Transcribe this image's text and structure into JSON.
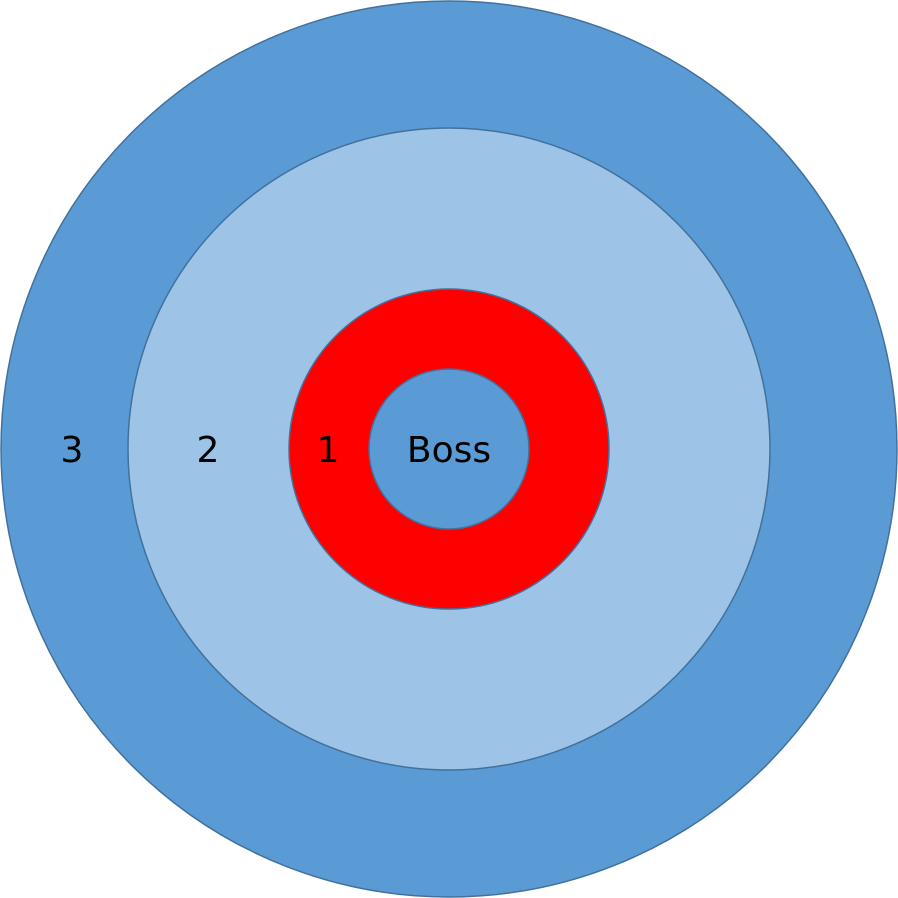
{
  "diagram": {
    "labels": {
      "ring3": "3",
      "ring2": "2",
      "ring1": "1",
      "center": "Boss"
    },
    "colors": {
      "ring3_fill": "#5B9BD5",
      "ring2_fill": "#9DC3E6",
      "ring1_fill": "#FF0000",
      "center_fill": "#5B9BD5",
      "outline": "#41719C"
    }
  }
}
